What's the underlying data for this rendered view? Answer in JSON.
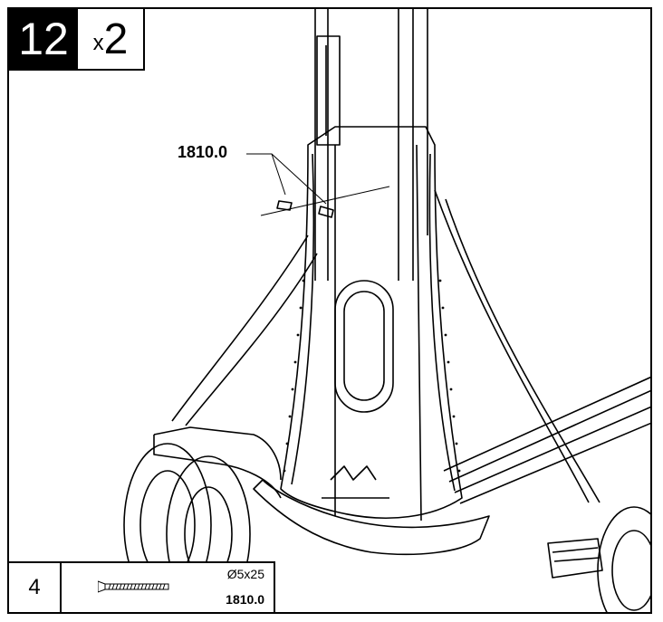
{
  "step": {
    "number": "12",
    "multiplier_prefix": "x",
    "multiplier_value": "2"
  },
  "callout": {
    "part_ref": "1810.0"
  },
  "parts_table": {
    "quantity": "4",
    "dimension": "Ø5x25",
    "part_ref": "1810.0",
    "icon": "screw-icon"
  },
  "colors": {
    "line": "#000000",
    "fill": "#ffffff",
    "step_bg": "#000000"
  }
}
